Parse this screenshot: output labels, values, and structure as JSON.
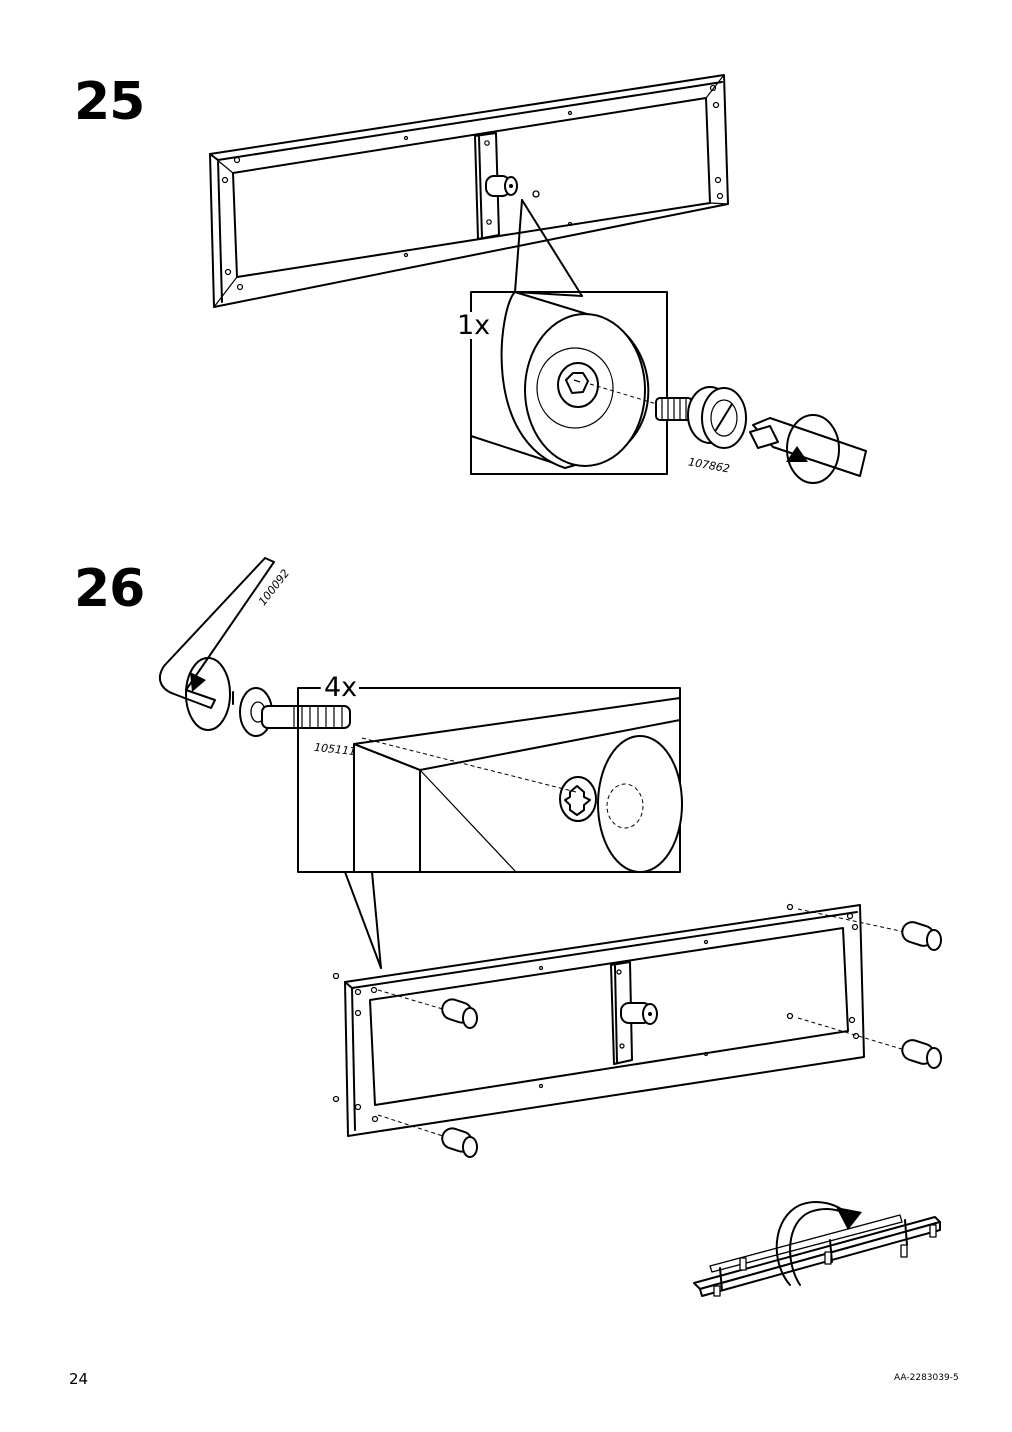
{
  "steps": [
    {
      "number": "25",
      "quantity": "1x",
      "part_number": "107862"
    },
    {
      "number": "26",
      "quantity": "4x",
      "part_numbers": [
        "100092",
        "105111"
      ]
    }
  ],
  "footer": {
    "page_number": "24",
    "document_code": "AA-2283039-5"
  }
}
